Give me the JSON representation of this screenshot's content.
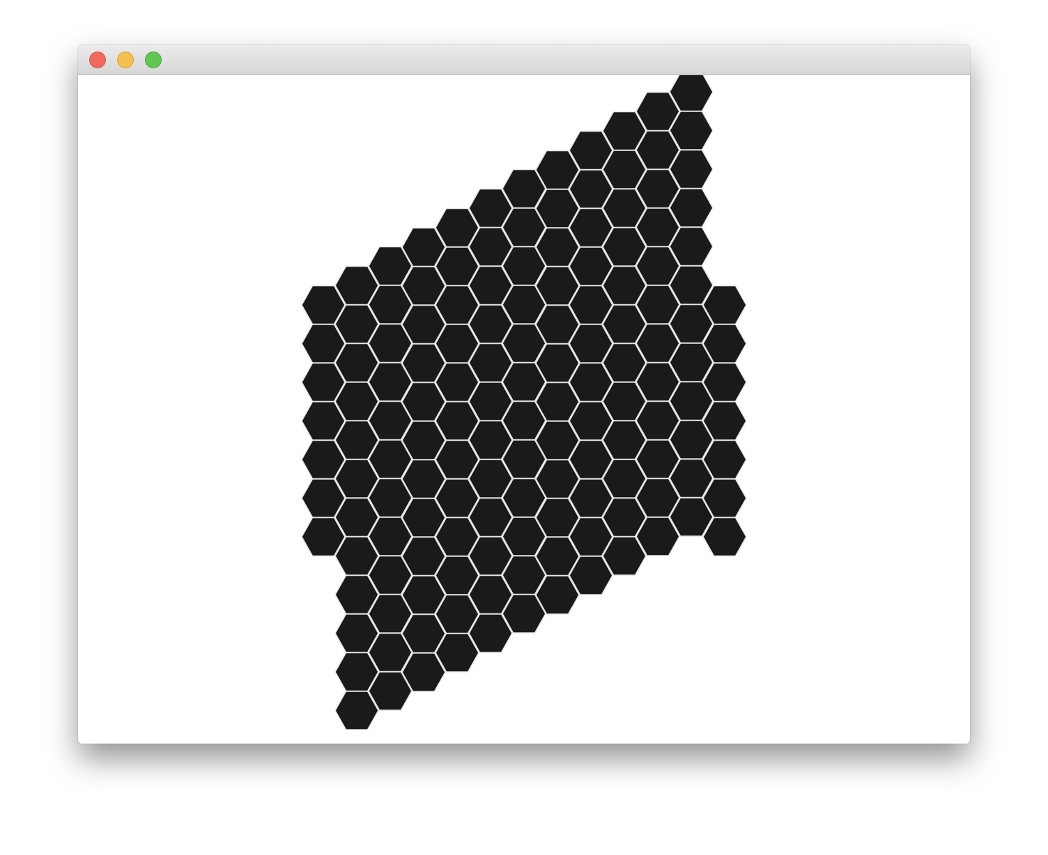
{
  "window": {
    "title": "",
    "buttons": [
      "close",
      "minimize",
      "zoom"
    ]
  },
  "board": {
    "cell_color": "#1a1a1a",
    "grid_line_color": "#e6e6e6",
    "background": "#ffffff",
    "columns": [
      {
        "cells": 7
      },
      {
        "cells": 12
      },
      {
        "cells": 12
      },
      {
        "cells": 12
      },
      {
        "cells": 12
      },
      {
        "cells": 12
      },
      {
        "cells": 12
      },
      {
        "cells": 12
      },
      {
        "cells": 12
      },
      {
        "cells": 12
      },
      {
        "cells": 12
      },
      {
        "cells": 12
      },
      {
        "cells": 7
      }
    ]
  }
}
